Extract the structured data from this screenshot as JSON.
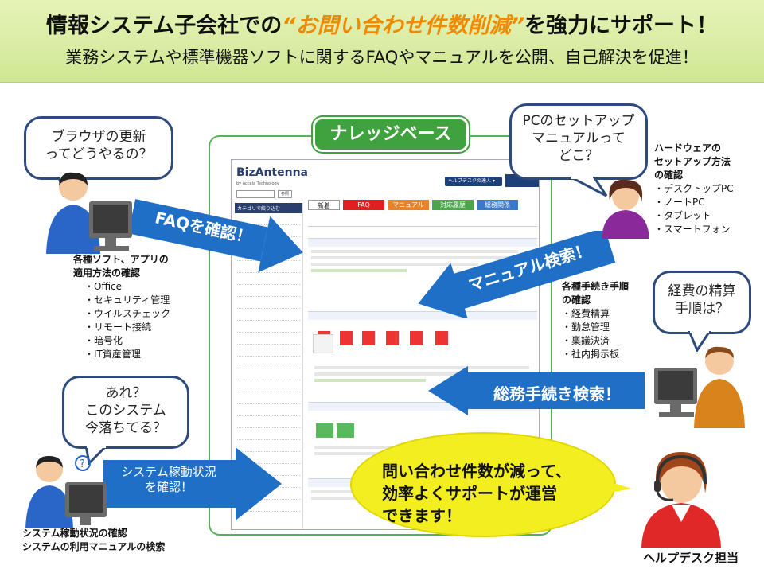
{
  "header": {
    "title_prefix": "情報システム子会社での",
    "title_accent": "“お問い合わせ件数削減”",
    "title_suffix": "を強力にサポート！",
    "subtitle": "業務システムや標準機器ソフトに関するFAQやマニュアルを公開、自己解決を促進！"
  },
  "kb_label": "ナレッジベース",
  "app": {
    "logo": "BizAntenna",
    "logo_sub": "by Accela Technology",
    "helpdesk_button": "ヘルプデスクの達人 ▾",
    "search_button": "参照",
    "sidebar_header": "カテゴリで絞り込む",
    "tabs": [
      "新着",
      "FAQ",
      "マニュアル",
      "対応履歴",
      "総務関係"
    ],
    "tab_colors": [
      "#ffffff",
      "#e02020",
      "#e8832a",
      "#4aa64a",
      "#3a78c8"
    ]
  },
  "bubbles": {
    "browser": [
      "ブラウザの更新",
      "ってどうやるの？"
    ],
    "pc_setup": [
      "PCのセットアップ",
      "マニュアルって",
      "どこ？"
    ],
    "expense": [
      "経費の精算",
      "手順は？"
    ],
    "system": [
      "あれ？",
      "このシステム",
      "今落ちてる？"
    ]
  },
  "arrows": {
    "faq": "FAQを確認！",
    "manual": "マニュアル検索！",
    "general": "総務手続き検索！",
    "system_status": [
      "システム稼動状況",
      "を確認！"
    ]
  },
  "notes": {
    "software": {
      "head": [
        "各種ソフト、アプリの",
        "適用方法の確認"
      ],
      "items": [
        "・Office",
        "・セキュリティ管理",
        "・ウイルスチェック",
        "・リモート接続",
        "・暗号化",
        "・IT資産管理"
      ]
    },
    "hardware": {
      "head": [
        "ハードウェアの",
        "セットアップ方法",
        "の確認"
      ],
      "items": [
        "・デスクトップPC",
        "・ノートPC",
        "・タブレット",
        "・スマートフォン"
      ]
    },
    "procedures": {
      "head": [
        "各種手続き手順",
        "の確認"
      ],
      "items": [
        "・経費精算",
        "・勤怠管理",
        "・稟議決済",
        "・社内掲示板"
      ]
    },
    "system": [
      "システム稼動状況の確認",
      "システムの利用マニュアルの検索"
    ]
  },
  "callout": [
    "問い合わせ件数が減って、",
    "効率よくサポートが運営",
    "できます！"
  ],
  "helpdesk_label": "ヘルプデスク担当"
}
